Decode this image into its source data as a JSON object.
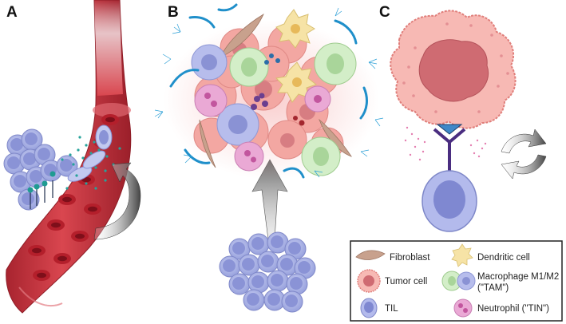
{
  "panels": {
    "a": {
      "letter": "A"
    },
    "b": {
      "letter": "B"
    },
    "c": {
      "letter": "C"
    }
  },
  "legend": {
    "fibroblast": "Fibroblast",
    "dendritic": "Dendritic cell",
    "tumor": "Tumor cell",
    "macrophage_line1": "Macrophage M1/M2",
    "macrophage_line2": "(\"TAM\")",
    "til": "TIL",
    "neutrophil": "Neutrophil (\"TIN\")"
  },
  "colors": {
    "vessel": "#c0303a",
    "vessel_dark": "#8e1c26",
    "rbc": "#b21e2a",
    "til": "#a9b2e4",
    "til_nucleus": "#7a83cd",
    "tumor": "#f3a29e",
    "tumor_nucleus": "#c25c64",
    "macrophage_m1": "#cde9c2",
    "neutrophil": "#e8a6d2",
    "dendritic": "#f5e2a8",
    "fibroblast": "#c9a593",
    "ecm_fiber": "#1e8ec9",
    "receptor": "#4a2d80",
    "arrow": "#555555"
  }
}
